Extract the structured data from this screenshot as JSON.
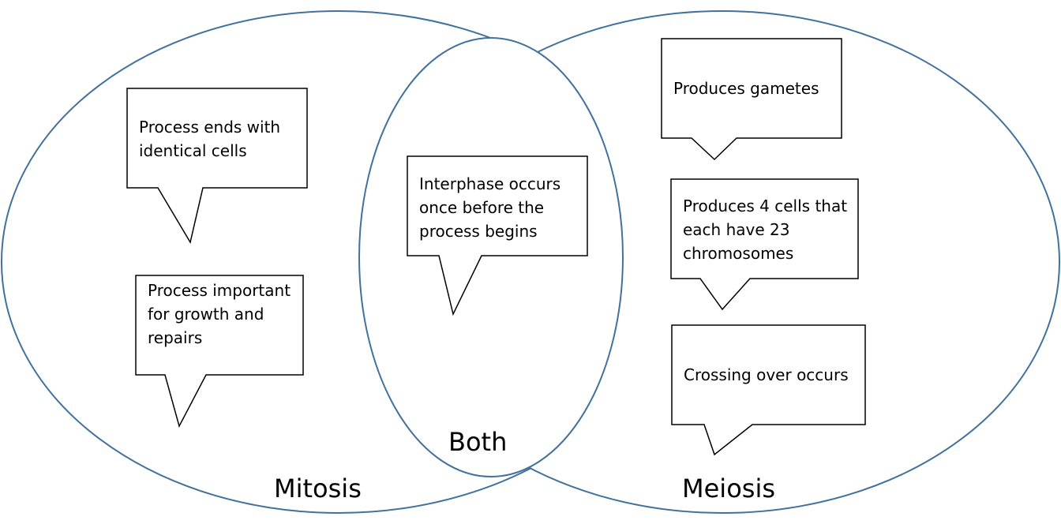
{
  "regions": {
    "left_label": "Mitosis",
    "center_label": "Both",
    "right_label": "Meiosis"
  },
  "callouts": {
    "mitosis": [
      "Process ends with identical cells",
      "Process important for growth and repairs"
    ],
    "both": [
      "Interphase occurs once before the process begins"
    ],
    "meiosis": [
      "Produces gametes",
      "Produces 4 cells that each have 23 chromosomes",
      "Crossing over occurs"
    ]
  },
  "colors": {
    "circle_stroke": "#41719c",
    "callout_stroke": "#000000",
    "background": "#ffffff"
  }
}
